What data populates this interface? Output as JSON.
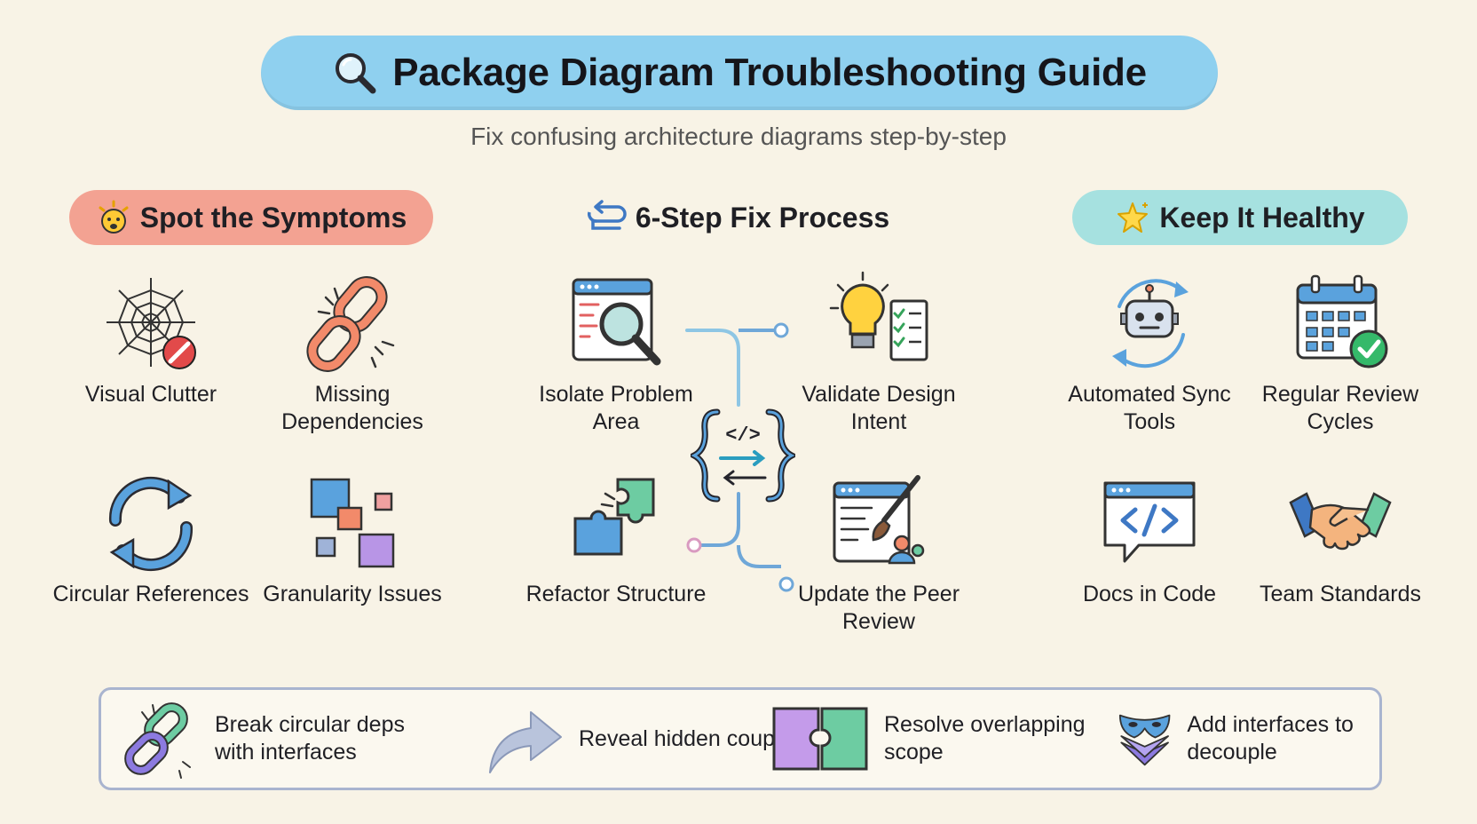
{
  "header": {
    "title": "Package Diagram Troubleshooting Guide",
    "subtitle": "Fix confusing architecture diagrams step-by-step",
    "title_icon": "magnifier-icon"
  },
  "sections": {
    "symptoms": {
      "title": "Spot the Symptoms",
      "icon": "face-icon",
      "color": "#f3a292"
    },
    "process": {
      "title": "6-Step Fix Process",
      "icon": "loop-arrow-icon"
    },
    "healthy": {
      "title": "Keep It Healthy",
      "icon": "sparkle-star-icon",
      "color": "#a6e1e0"
    }
  },
  "symptoms": [
    {
      "label": "Visual Clutter",
      "icon": "spider-web-icon"
    },
    {
      "label": "Missing Dependencies",
      "icon": "broken-chain-icon"
    },
    {
      "label": "Circular References",
      "icon": "circular-arrows-icon"
    },
    {
      "label": "Granularity Issues",
      "icon": "scattered-blocks-icon"
    }
  ],
  "process": [
    {
      "label": "Isolate Problem Area",
      "icon": "code-search-icon"
    },
    {
      "label": "Validate Design Intent",
      "icon": "lightbulb-checklist-icon"
    },
    {
      "label": "Refactor Structure",
      "icon": "puzzle-pieces-icon"
    },
    {
      "label": "Update the Peer Review",
      "icon": "code-paintbrush-icon"
    }
  ],
  "process_center_icon": "code-braces-icon",
  "healthy": [
    {
      "label": "Automated Sync Tools",
      "icon": "robot-sync-icon"
    },
    {
      "label": "Regular Review Cycles",
      "icon": "calendar-check-icon"
    },
    {
      "label": "Docs in Code",
      "icon": "code-doc-icon"
    },
    {
      "label": "Team Standards",
      "icon": "handshake-icon"
    }
  ],
  "tips": [
    {
      "text": "Break circular deps with interfaces",
      "icon": "chain-link-icon"
    },
    {
      "text": "Reveal hidden coupling",
      "icon": "curved-arrow-icon"
    },
    {
      "text": "Resolve overlapping scope",
      "icon": "puzzle-join-icon"
    },
    {
      "text": "Add interfaces to decouple",
      "icon": "mask-layers-icon"
    }
  ]
}
